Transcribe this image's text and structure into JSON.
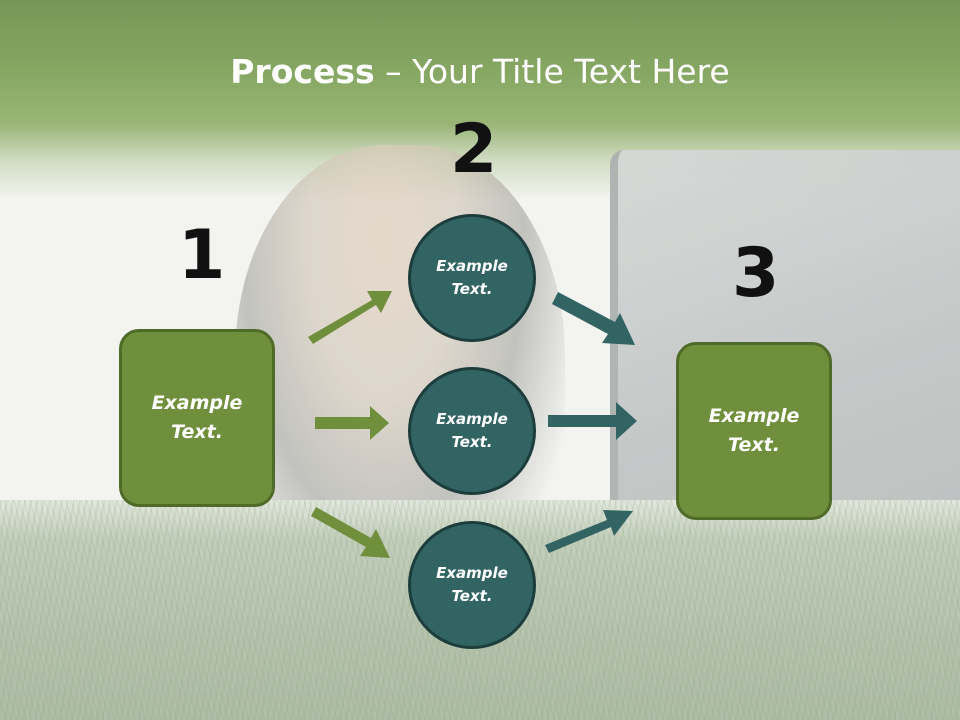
{
  "title": {
    "bold": "Process",
    "rest": " – Your Title Text Here"
  },
  "steps": [
    "1",
    "2",
    "3"
  ],
  "left_box": {
    "text": "Example Text."
  },
  "circles": [
    {
      "text": "Example Text."
    },
    {
      "text": "Example Text."
    },
    {
      "text": "Example Text."
    }
  ],
  "right_box": {
    "text": "Example Text."
  },
  "colors": {
    "green_box": "#6f8f3d",
    "teal_circle": "#336464",
    "green_arrow": "#6f8f3d",
    "teal_arrow": "#336464",
    "title_bar": "#6e9643"
  }
}
